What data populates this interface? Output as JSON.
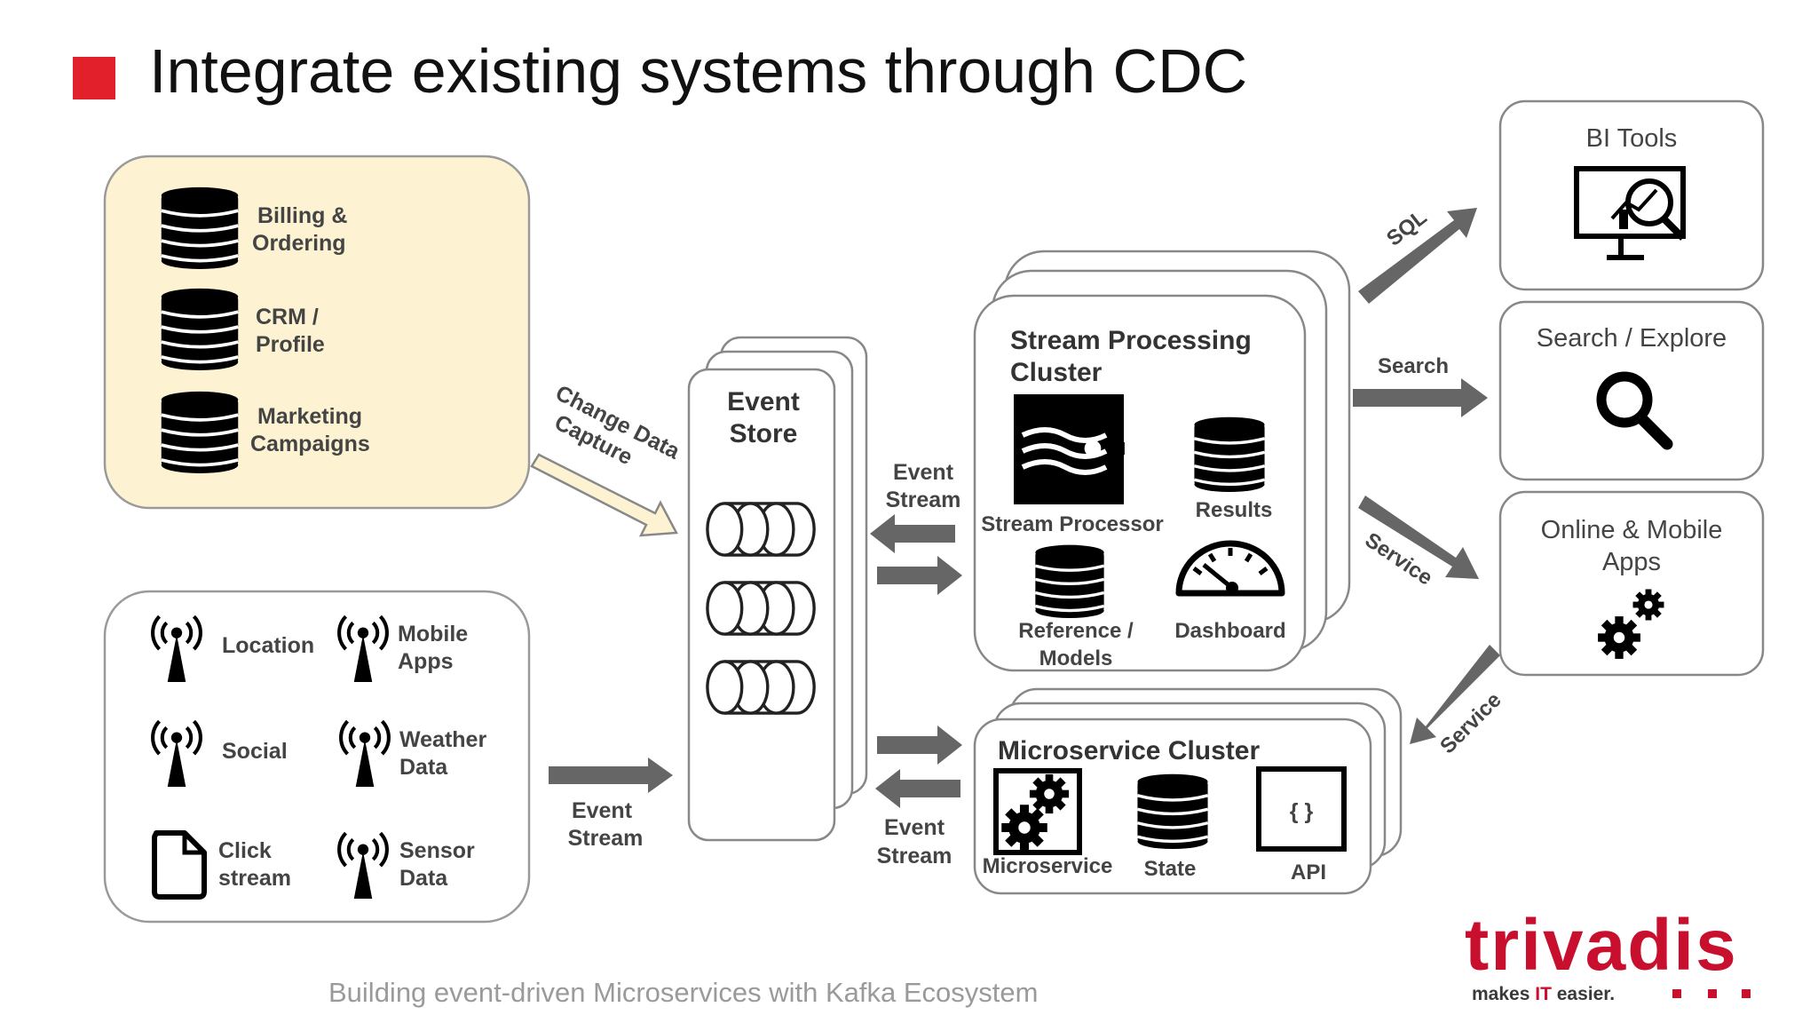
{
  "slide": {
    "title": "Integrate existing systems through CDC",
    "footer": "Building event-driven Microservices with Kafka Ecosystem",
    "accent_color": "#e2202c"
  },
  "sources_legacy": [
    {
      "line1": "Billing &",
      "line2": "Ordering",
      "icon": "database-icon"
    },
    {
      "line1": "CRM /",
      "line2": "Profile",
      "icon": "database-icon"
    },
    {
      "line1": "Marketing",
      "line2": "Campaigns",
      "icon": "database-icon"
    }
  ],
  "sources_streams": [
    {
      "line1": "Location",
      "line2": "",
      "icon": "antenna-icon"
    },
    {
      "line1": "Mobile",
      "line2": "Apps",
      "icon": "antenna-icon"
    },
    {
      "line1": "Social",
      "line2": "",
      "icon": "antenna-icon"
    },
    {
      "line1": "Weather",
      "line2": "Data",
      "icon": "antenna-icon"
    },
    {
      "line1": "Click",
      "line2": "stream",
      "icon": "document-icon"
    },
    {
      "line1": "Sensor",
      "line2": "Data",
      "icon": "antenna-icon"
    }
  ],
  "labels": {
    "cdc_line1": "Change Data",
    "cdc_line2": "Capture",
    "event_store_line1": "Event",
    "event_store_line2": "Store",
    "event": "Event",
    "stream": "Stream",
    "sql": "SQL",
    "search": "Search",
    "service": "Service"
  },
  "stream_cluster": {
    "title_line1": "Stream Processing",
    "title_line2": "Cluster",
    "stream_processor": "Stream Processor",
    "results": "Results",
    "reference_line1": "Reference /",
    "reference_line2": "Models",
    "dashboard": "Dashboard"
  },
  "micro_cluster": {
    "title": "Microservice Cluster",
    "microservice": "Microservice",
    "state": "State",
    "api": "API",
    "api_glyph": "{ }"
  },
  "targets": {
    "bi": "BI Tools",
    "search": "Search / Explore",
    "apps_line1": "Online & Mobile",
    "apps_line2": "Apps"
  },
  "brand": {
    "name": "trivadis",
    "tag_prefix": "makes ",
    "tag_highlight": "IT",
    "tag_suffix": " easier.",
    "red": "#c8102e",
    "dark": "#3a3a3a"
  }
}
